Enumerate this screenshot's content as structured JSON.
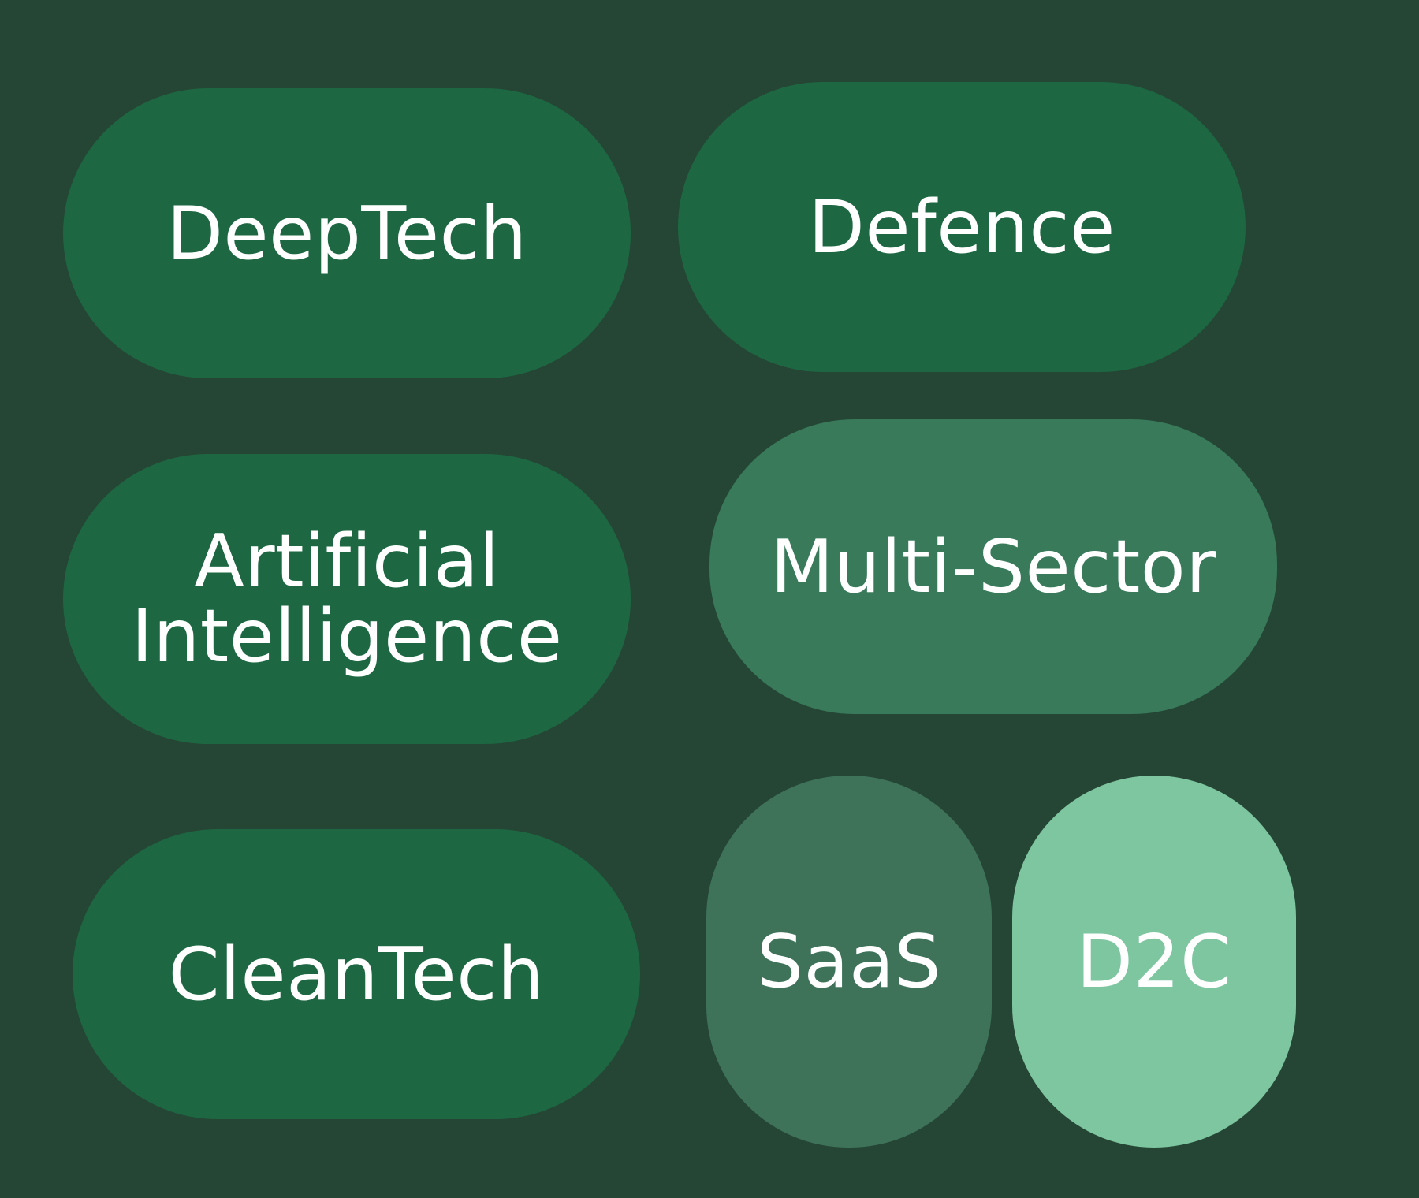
{
  "colors": {
    "background": "#254535",
    "tag_dark": "#1d6842",
    "tag_mid": "#387a5a",
    "tag_muted": "#3e735a",
    "tag_light": "#7dc6a0",
    "text": "#ffffff"
  },
  "tags": [
    {
      "id": "deeptech",
      "lines": [
        "DeepTech"
      ],
      "color": "#1d6842"
    },
    {
      "id": "defence",
      "lines": [
        "Defence"
      ],
      "color": "#1d6842"
    },
    {
      "id": "ai",
      "lines": [
        "Artificial",
        "Intelligence"
      ],
      "color": "#1d6842"
    },
    {
      "id": "multi",
      "lines": [
        "Multi-Sector"
      ],
      "color": "#387a5a"
    },
    {
      "id": "cleantech",
      "lines": [
        "CleanTech"
      ],
      "color": "#1d6842"
    },
    {
      "id": "saas",
      "lines": [
        "SaaS"
      ],
      "color": "#3e735a"
    },
    {
      "id": "d2c",
      "lines": [
        "D2C"
      ],
      "color": "#7dc6a0"
    }
  ]
}
